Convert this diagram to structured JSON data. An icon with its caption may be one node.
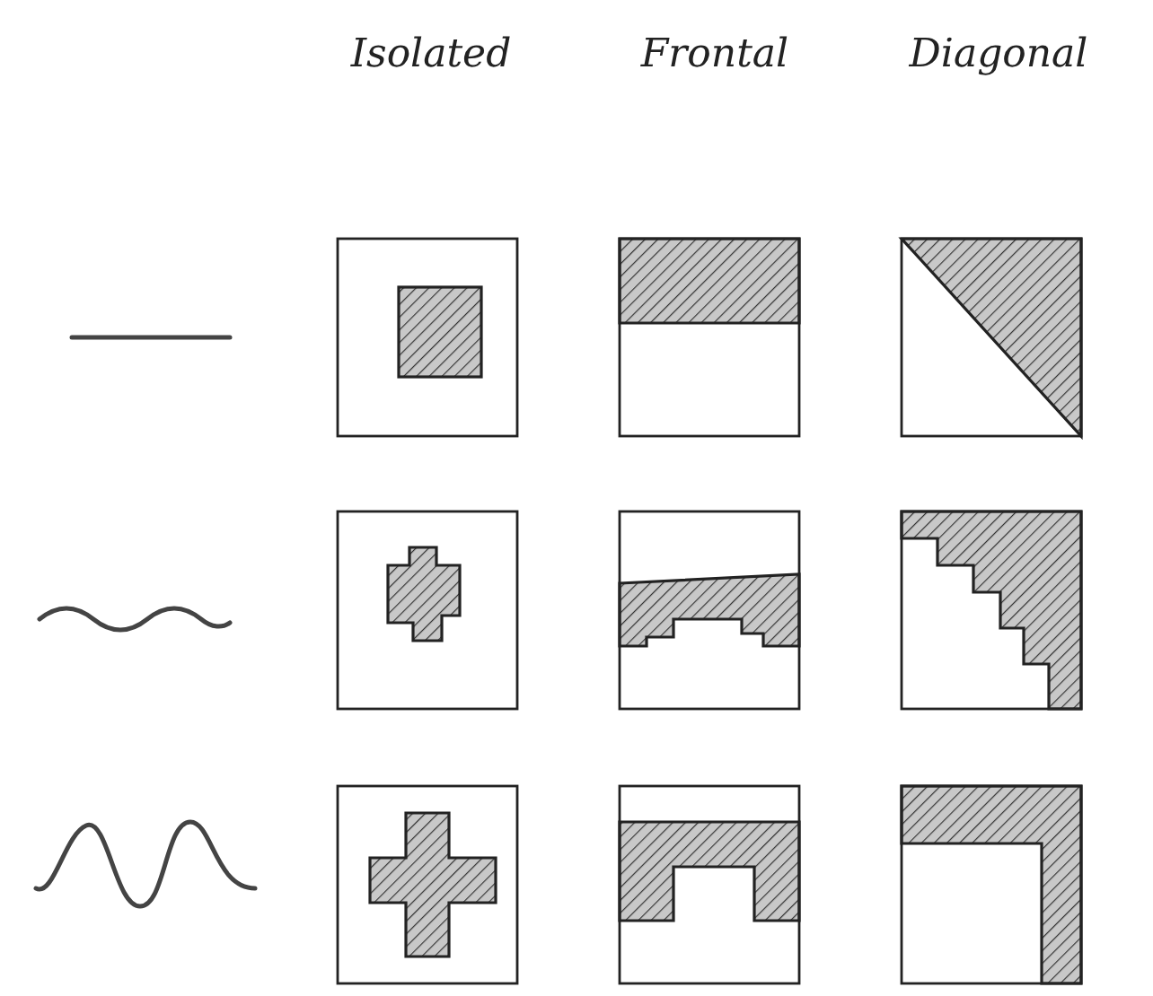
{
  "diagram": {
    "labels": [
      "Isolated",
      "Frontal",
      "Diagonal"
    ]
  }
}
